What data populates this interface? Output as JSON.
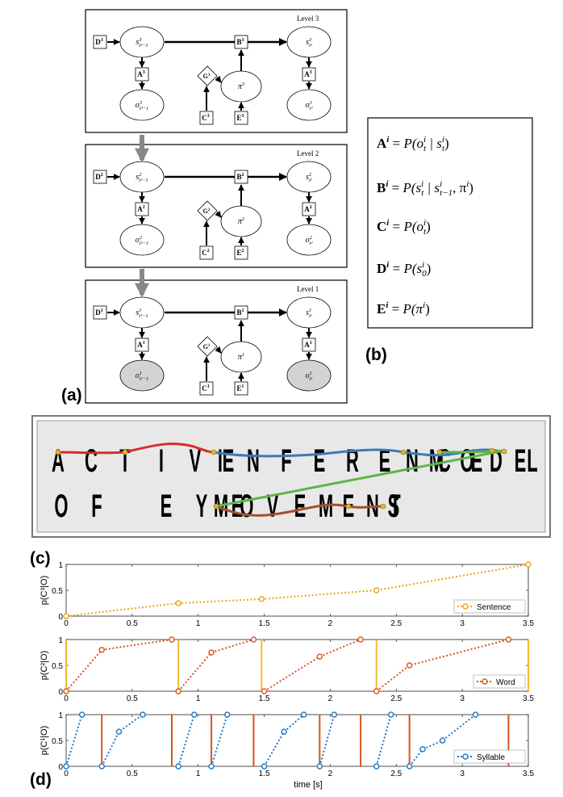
{
  "figure": {
    "panel_a": {
      "label": "(a)",
      "levels": [
        {
          "title": "Level 3",
          "D": "D",
          "A": "A",
          "B": "B",
          "G": "G",
          "C": "C",
          "E": "E",
          "sup": "3",
          "s_prev": "s",
          "s_prev_sub": "t³−1",
          "s_prev_sup": "3",
          "o_prev": "o",
          "o_prev_sub": "t³−1",
          "o_prev_sup": "3",
          "s_cur": "s",
          "s_cur_sub": "t³",
          "s_cur_sup": "3",
          "o_cur": "o",
          "o_cur_sub": "t³",
          "o_cur_sup": "3",
          "pi": "π",
          "pi_sup": "3",
          "shaded": false
        },
        {
          "title": "Level 2",
          "D": "D",
          "A": "A",
          "B": "B",
          "G": "G",
          "C": "C",
          "E": "E",
          "sup": "2",
          "s_prev": "s",
          "s_prev_sub": "t²−1",
          "s_prev_sup": "2",
          "o_prev": "o",
          "o_prev_sub": "t²−1",
          "o_prev_sup": "2",
          "s_cur": "s",
          "s_cur_sub": "t²",
          "s_cur_sup": "2",
          "o_cur": "o",
          "o_cur_sub": "t²",
          "o_cur_sup": "2",
          "pi": "π",
          "pi_sup": "2",
          "shaded": false
        },
        {
          "title": "Level 1",
          "D": "D",
          "A": "A",
          "B": "B",
          "G": "G",
          "C": "C",
          "E": "E",
          "sup": "1",
          "s_prev": "s",
          "s_prev_sub": "t¹−1",
          "s_prev_sup": "1",
          "o_prev": "o",
          "o_prev_sub": "t¹−1",
          "o_prev_sup": "1",
          "s_cur": "s",
          "s_cur_sub": "t¹",
          "s_cur_sup": "1",
          "o_cur": "o",
          "o_cur_sub": "t¹",
          "o_cur_sup": "1",
          "pi": "π",
          "pi_sup": "1",
          "shaded": true
        }
      ]
    },
    "panel_b": {
      "label": "(b)",
      "equations": [
        {
          "lhs": "A",
          "sup": "i",
          "rhs": "P(o",
          "rhs_sub": "t",
          "rhs_sup": "i",
          "cond": " | s",
          "cond_sub": "t",
          "cond_sup": "i",
          "tail": ")"
        },
        {
          "lhs": "B",
          "sup": "i",
          "rhs": "P(s",
          "rhs_sub": "t",
          "rhs_sup": "i",
          "cond": " | s",
          "cond_sub": "t−1",
          "cond_sup": "i",
          "tail": ", π",
          "tail_sup": "i",
          "end": ")"
        },
        {
          "lhs": "C",
          "sup": "i",
          "rhs": "P(o",
          "rhs_sub": "t",
          "rhs_sup": "i",
          "tail": ")"
        },
        {
          "lhs": "D",
          "sup": "i",
          "rhs": "P(s",
          "rhs_sub": "0",
          "rhs_sup": "i",
          "tail": ")"
        },
        {
          "lhs": "E",
          "sup": "i",
          "rhs": "P(π",
          "rhs_sup": "i",
          "tail": ")"
        }
      ]
    },
    "panel_c": {
      "label": "(c)",
      "line1": [
        "A",
        "C",
        "T",
        "I",
        "V",
        "E",
        "I",
        "N",
        "F",
        "E",
        "R",
        "E",
        "N",
        "C",
        "E",
        "M",
        "O",
        "D",
        "E",
        "L"
      ],
      "line2": [
        "O",
        "F",
        "E",
        "Y",
        "E",
        "M",
        "O",
        "V",
        "E",
        "M",
        "E",
        "N",
        "T",
        "S"
      ],
      "colors": {
        "red": "#d62d2d",
        "blue": "#3a7ab8",
        "green": "#5db548",
        "brown": "#a0522d",
        "dot": "#e6b422"
      }
    },
    "panel_d": {
      "label": "(d)",
      "xlabel": "time [s]"
    }
  },
  "chart_data": [
    {
      "type": "line",
      "ylabel": "p(C³|O)",
      "xlim": [
        0,
        3.5
      ],
      "ylim": [
        0,
        1
      ],
      "xticks": [
        "0",
        "0.5",
        "1",
        "1.5",
        "2",
        "2.5",
        "3",
        "3.5"
      ],
      "yticks": [
        "0",
        "0.5",
        "1"
      ],
      "series": [
        {
          "name": "Sentence",
          "color": "#e6a817",
          "x": [
            0,
            0.85,
            1.48,
            2.35,
            3.5
          ],
          "y": [
            0,
            0.25,
            0.33,
            0.5,
            1
          ]
        }
      ]
    },
    {
      "type": "line",
      "ylabel": "p(C²|O)",
      "xlim": [
        0,
        3.5
      ],
      "ylim": [
        0,
        1
      ],
      "xticks": [
        "0",
        "0.5",
        "1",
        "1.5",
        "2",
        "2.5",
        "3",
        "3.5"
      ],
      "yticks": [
        "0",
        "0.5",
        "1"
      ],
      "vlines": {
        "color": "#f5b731",
        "x": [
          0,
          0.85,
          1.48,
          2.35,
          3.5
        ]
      },
      "series": [
        {
          "name": "Word",
          "color": "#d95319",
          "segments": [
            {
              "x": [
                0,
                0.27,
                0.8
              ],
              "y": [
                0,
                0.8,
                1
              ]
            },
            {
              "x": [
                0.85,
                1.1,
                1.42
              ],
              "y": [
                0,
                0.75,
                1
              ]
            },
            {
              "x": [
                1.5,
                1.92,
                2.23
              ],
              "y": [
                0,
                0.67,
                1
              ]
            },
            {
              "x": [
                2.35,
                2.6,
                3.35
              ],
              "y": [
                0,
                0.5,
                1
              ]
            }
          ]
        }
      ]
    },
    {
      "type": "line",
      "ylabel": "p(C¹|O)",
      "xlim": [
        0,
        3.5
      ],
      "ylim": [
        0,
        1
      ],
      "xticks": [
        "0",
        "0.5",
        "1",
        "1.5",
        "2",
        "2.5",
        "3",
        "3.5"
      ],
      "yticks": [
        "0",
        "0.5",
        "1"
      ],
      "vlines": {
        "color": "#d95319",
        "x": [
          0.27,
          0.8,
          1.1,
          1.42,
          1.92,
          2.23,
          2.6,
          3.35
        ]
      },
      "series": [
        {
          "name": "Syllable",
          "color": "#1f77c4",
          "segments": [
            {
              "x": [
                0,
                0.12
              ],
              "y": [
                0,
                1
              ]
            },
            {
              "x": [
                0.27,
                0.4,
                0.58
              ],
              "y": [
                0,
                0.67,
                1
              ]
            },
            {
              "x": [
                0.85,
                0.97
              ],
              "y": [
                0,
                1
              ]
            },
            {
              "x": [
                1.1,
                1.22
              ],
              "y": [
                0,
                1
              ]
            },
            {
              "x": [
                1.5,
                1.65,
                1.8
              ],
              "y": [
                0,
                0.67,
                1
              ]
            },
            {
              "x": [
                1.92,
                2.03
              ],
              "y": [
                0,
                1
              ]
            },
            {
              "x": [
                2.35,
                2.46
              ],
              "y": [
                0,
                1
              ]
            },
            {
              "x": [
                2.6,
                2.7,
                2.85,
                3.1
              ],
              "y": [
                0,
                0.33,
                0.5,
                1
              ]
            }
          ]
        }
      ]
    }
  ]
}
